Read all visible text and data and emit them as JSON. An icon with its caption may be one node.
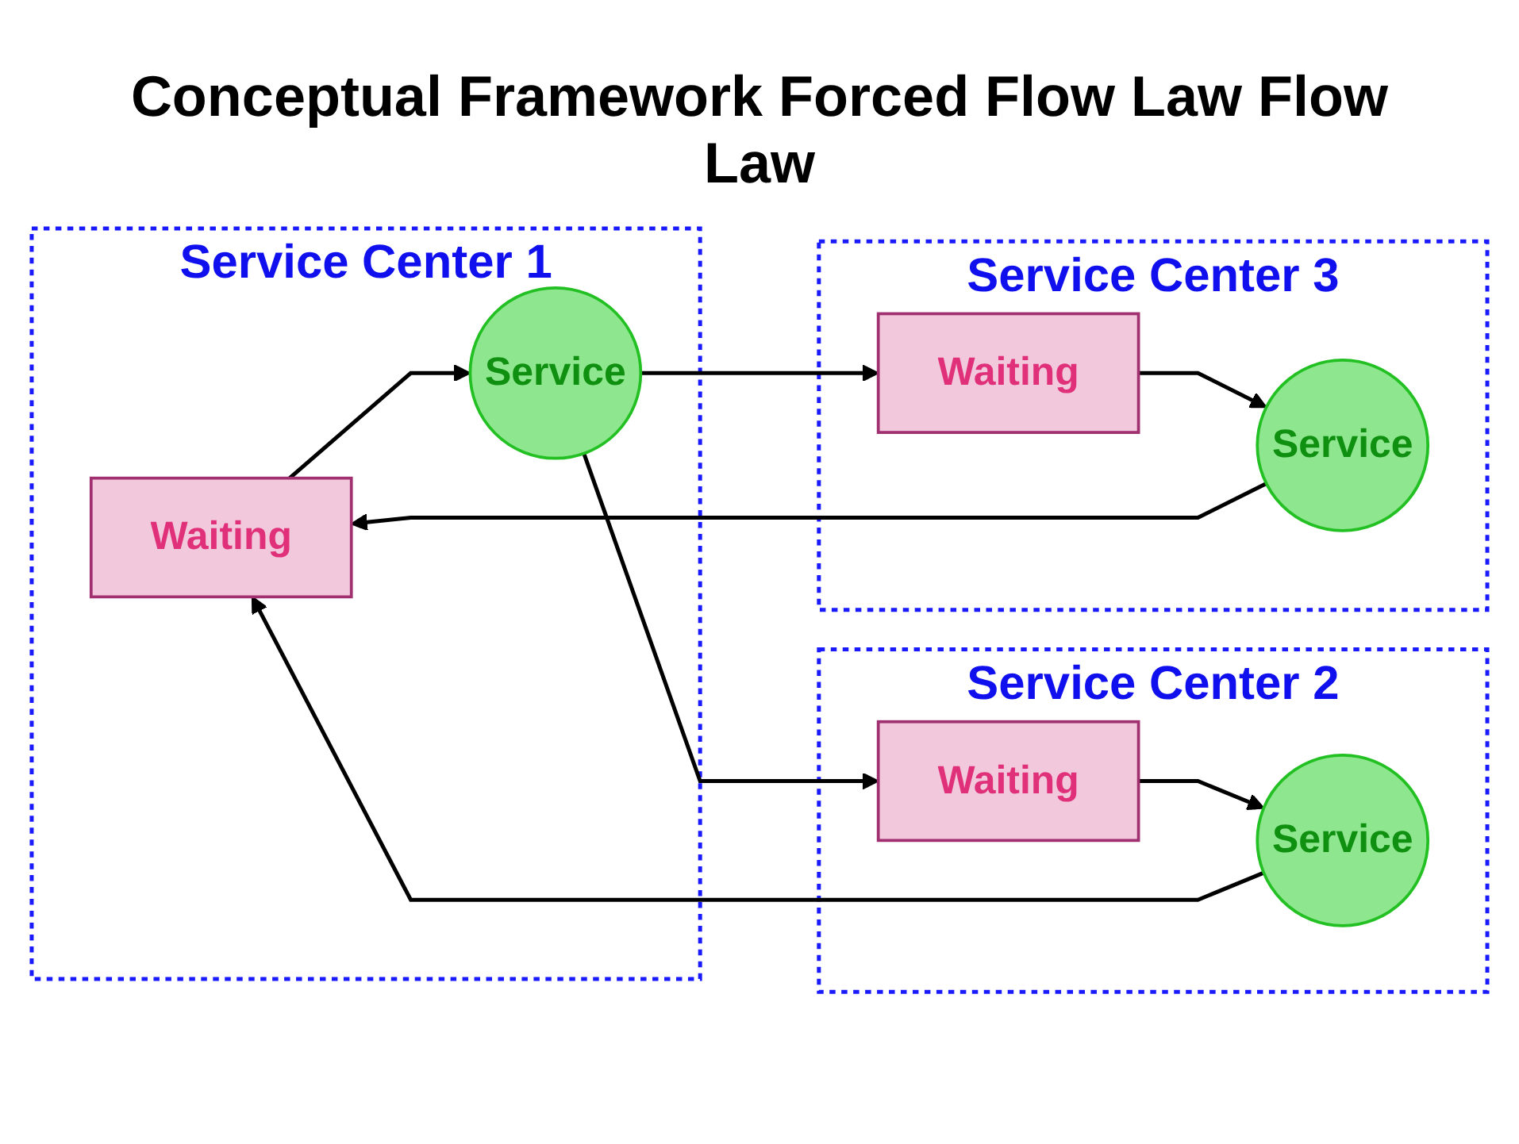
{
  "diagram": {
    "title": "Conceptual Framework Forced Flow Law Flow Law",
    "nodes": [
      {
        "text": [
          "Service Center 1"
        ]
      },
      {
        "text": [
          "Waiting"
        ],
        "in": 0
      },
      {
        "text": [
          "Service"
        ],
        "in": 0
      },
      {
        "text": [
          "Service Center 2"
        ]
      },
      {
        "text": [
          "Waiting"
        ],
        "in": 3
      },
      {
        "text": [
          "Service"
        ],
        "in": 3
      },
      {
        "text": [
          "Service Center 3"
        ]
      },
      {
        "text": [
          "Waiting"
        ],
        "in": 6
      },
      {
        "text": [
          "Service"
        ],
        "in": 6
      }
    ],
    "edges": [
      {
        "from": 1,
        "to": 2,
        "arrow": "to"
      },
      {
        "from": 2,
        "to": 4,
        "arrow": "to"
      },
      {
        "from": 2,
        "to": 7,
        "arrow": "to"
      },
      {
        "from": 4,
        "to": 5,
        "arrow": "to"
      },
      {
        "from": 7,
        "to": 8,
        "arrow": "to"
      },
      {
        "from": 5,
        "to": 1,
        "arrow": "to"
      },
      {
        "from": 8,
        "to": 1,
        "arrow": "to"
      }
    ]
  }
}
